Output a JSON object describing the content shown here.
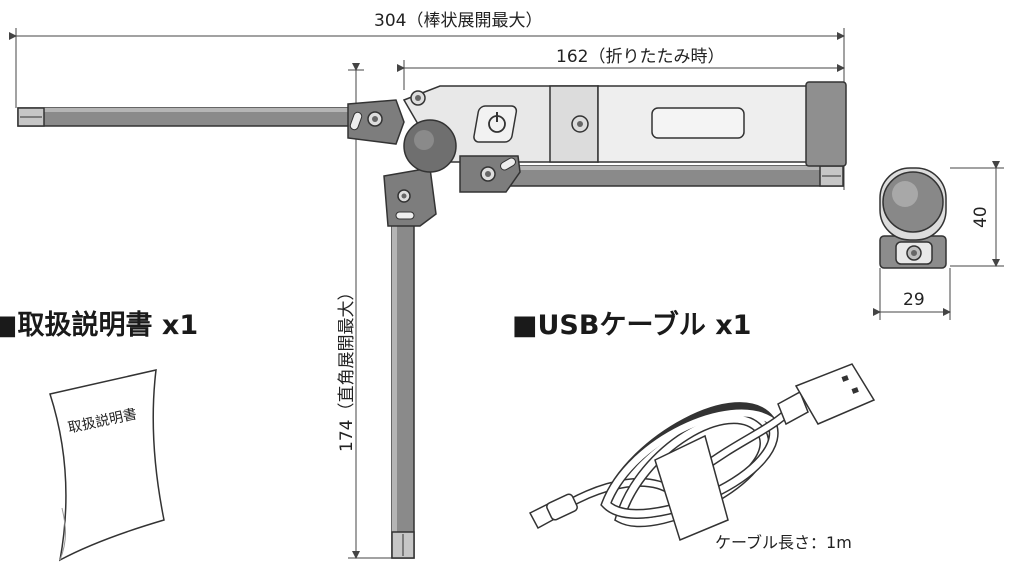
{
  "dimensions": {
    "total_length": "304（棒状展開最大）",
    "folded_length": "162（折りたたみ時）",
    "vertical_length": "174（直角展開最大）",
    "side_height": "40",
    "side_width": "29"
  },
  "accessories": {
    "manual_heading": "■取扱説明書 x1",
    "manual_cover_text": "取扱説明書",
    "usb_heading": "■USBケーブル x1",
    "cable_length_note": "ケーブル長さ：1m"
  },
  "colors": {
    "line": "#444444",
    "body_fill": "#eeeeee",
    "arm_fill": "#8a8a8a",
    "hinge_fill": "#7d7d7d"
  }
}
